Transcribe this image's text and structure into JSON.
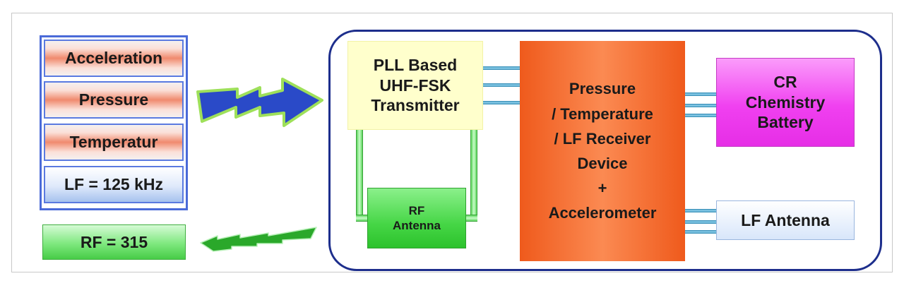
{
  "sensor_stack": {
    "items": [
      "Acceleration",
      "Pressure",
      "Temperatur",
      "LF = 125 kHz"
    ]
  },
  "rf_label": "RF = 315",
  "blocks": {
    "pll_transmitter": [
      "PLL Based",
      "UHF-FSK",
      "Transmitter"
    ],
    "rf_antenna": [
      "RF",
      "Antenna"
    ],
    "receiver_device": [
      "Pressure",
      "/ Temperature",
      "/ LF Receiver",
      "Device",
      "+",
      "Accelerometer"
    ],
    "battery": [
      "CR",
      "Chemistry",
      "Battery"
    ],
    "lf_antenna": "LF Antenna"
  },
  "colors": {
    "device_border": "#1d2e8c",
    "sensor_fill": "#f08a6e",
    "lf_fill": "#a6c2ee",
    "rf_fill": "#47cc47",
    "pll_fill": "#ffffcc",
    "receiver_fill": "#f56a2c",
    "battery_fill": "#f040f0",
    "incoming_arrow": "#2a4ac8",
    "outgoing_arrow": "#2aa82a"
  }
}
